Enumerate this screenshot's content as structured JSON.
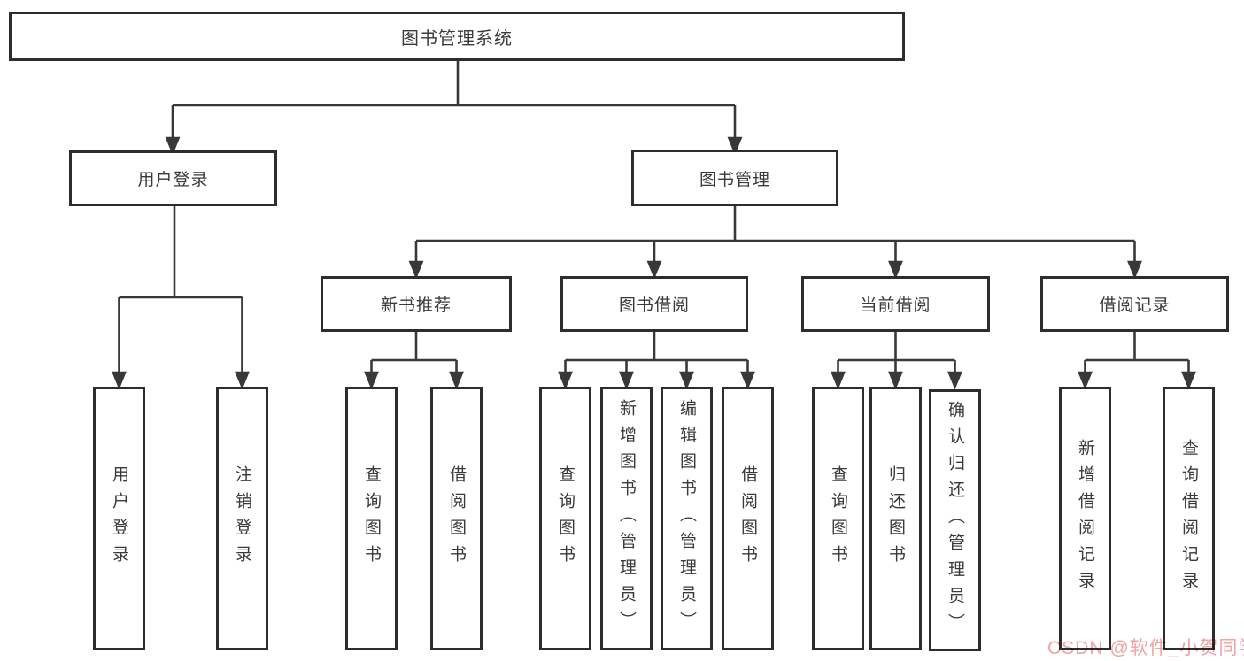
{
  "diagram": {
    "title": "图书管理系统",
    "root": {
      "label": "图书管理系统"
    },
    "branches": [
      {
        "label": "用户登录"
      },
      {
        "label": "图书管理"
      }
    ],
    "sections": [
      {
        "label": "新书推荐",
        "parent": "图书管理"
      },
      {
        "label": "图书借阅",
        "parent": "图书管理"
      },
      {
        "label": "当前借阅",
        "parent": "图书管理"
      },
      {
        "label": "借阅记录",
        "parent": "图书管理"
      }
    ],
    "leaves": [
      {
        "label": "用户登录",
        "parent": "用户登录"
      },
      {
        "label": "注销登录",
        "parent": "用户登录"
      },
      {
        "label": "查询图书",
        "parent": "新书推荐"
      },
      {
        "label": "借阅图书",
        "parent": "新书推荐"
      },
      {
        "label": "查询图书",
        "parent": "图书借阅"
      },
      {
        "label": "新增图书（管理员）",
        "parent": "图书借阅"
      },
      {
        "label": "编辑图书（管理员）",
        "parent": "图书借阅"
      },
      {
        "label": "借阅图书",
        "parent": "图书借阅"
      },
      {
        "label": "查询图书",
        "parent": "当前借阅"
      },
      {
        "label": "归还图书",
        "parent": "当前借阅"
      },
      {
        "label": "确认归还（管理员）",
        "parent": "当前借阅"
      },
      {
        "label": "新增借阅记录",
        "parent": "借阅记录"
      },
      {
        "label": "查询借阅记录",
        "parent": "借阅记录"
      }
    ]
  },
  "watermark": {
    "text": "CSDN @软件_小贺同学",
    "color": "#f0a3a3"
  },
  "colors": {
    "line": "#383838",
    "box_border": "#2d2d2d",
    "text": "#3a3a3a",
    "background": "#ffffff"
  }
}
